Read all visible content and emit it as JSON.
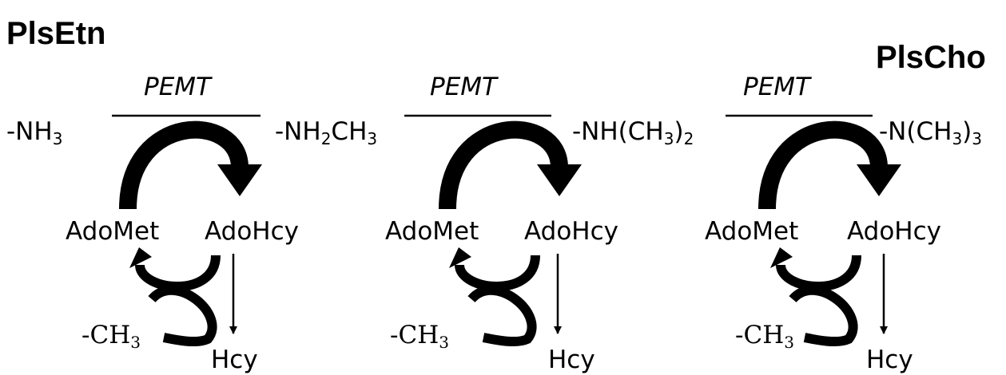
{
  "titles": {
    "start": "PlsEtn",
    "end": "PlsCho"
  },
  "enzyme": "PEMT",
  "groups": [
    {
      "main": "-NH",
      "sub1": "3",
      "mid": "",
      "sub2": "",
      "tail": ""
    },
    {
      "main": "-NH",
      "sub1": "2",
      "mid": "CH",
      "sub2": "3",
      "tail": ""
    },
    {
      "main": "-NH(CH",
      "sub1": "3",
      "mid": ")",
      "sub2": "2",
      "tail": ""
    },
    {
      "main": "-N(CH",
      "sub1": "3",
      "mid": ")",
      "sub2": "3",
      "tail": ""
    }
  ],
  "cofactors": {
    "donor": "AdoMet",
    "product": "AdoHcy",
    "end_product": "Hcy"
  },
  "methyl": {
    "main": "-CH",
    "sub": "3"
  }
}
